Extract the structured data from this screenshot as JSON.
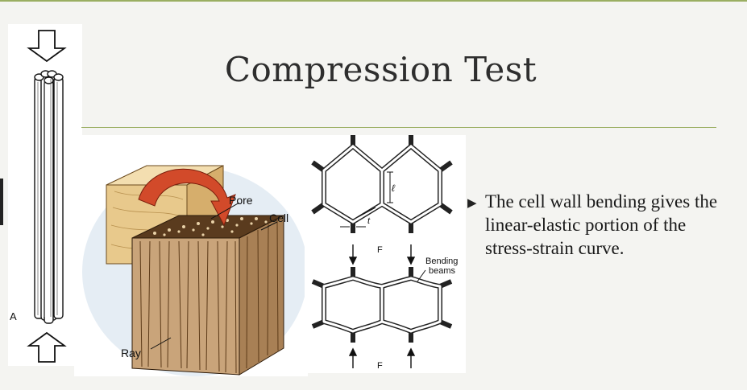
{
  "slide": {
    "title": "Compression Test",
    "bullet": "The cell wall bending gives the linear-elastic portion of the stress-strain curve."
  },
  "figure_a": {
    "label": "A"
  },
  "wood_block": {
    "pore_label": "Pore",
    "cell_label": "Cell",
    "ray_label": "Ray"
  },
  "honeycomb": {
    "dim_l": "ℓ",
    "dim_t": "t",
    "force_top": "F",
    "force_bottom": "F",
    "beams_label_line1": "Bending",
    "beams_label_line2": "beams"
  },
  "colors": {
    "accent_rule": "#9aae62",
    "arrow_red": "#d24a2a"
  }
}
